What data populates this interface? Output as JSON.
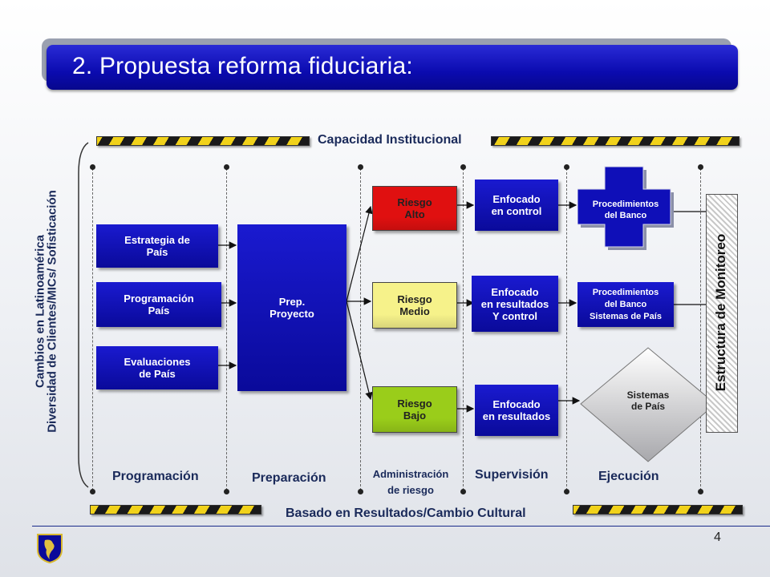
{
  "title": "2. Propuesta reforma fiduciaria:",
  "top_band_label": "Capacidad Institucional",
  "bottom_band_label": "Basado en Resultados/Cambio Cultural",
  "side_label_line1": "Cambios en Latinoamérica",
  "side_label_line2": "Diversidad  de Clientes/MICs/ Sofisticación",
  "programacion_boxes": [
    {
      "line1": "Estrategia de",
      "line2": "País"
    },
    {
      "line1": "Programación",
      "line2": "País"
    },
    {
      "line1": "Evaluaciones",
      "line2": "de País"
    }
  ],
  "prep_box": {
    "line1": "Prep.",
    "line2": "Proyecto"
  },
  "risks": [
    {
      "line1": "Riesgo",
      "line2": "Alto",
      "color": "#e01010"
    },
    {
      "line1": "Riesgo",
      "line2": "Medio",
      "color": "#f6f28a"
    },
    {
      "line1": "Riesgo",
      "line2": "Bajo",
      "color": "#9acd1a"
    }
  ],
  "supervision_boxes": [
    {
      "line1": "Enfocado",
      "line2": "en control",
      "line3": ""
    },
    {
      "line1": "Enfocado",
      "line2": "en resultados",
      "line3": "Y control"
    },
    {
      "line1": "Enfocado",
      "line2": "en resultados",
      "line3": ""
    }
  ],
  "execution": {
    "cross": {
      "line1": "Procedimientos",
      "line2": "del Banco"
    },
    "mid": {
      "line1": "Procedimientos",
      "line2": "del Banco",
      "line3": "Sistemas de País"
    },
    "diamond": {
      "line1": "Sistemas",
      "line2": "de País"
    }
  },
  "monitor_label": "Estructura de Monitoreo",
  "column_labels": {
    "programacion": "Programación",
    "preparacion": "Preparación",
    "admin_line1": "Administración",
    "admin_line2": "de riesgo",
    "supervision": "Supervisión",
    "ejecucion": "Ejecución"
  },
  "page_number": "4",
  "colors": {
    "title_blue": "#0b0bb0",
    "box_blue": "#0a0a9a",
    "label_navy": "#1a2a5a"
  }
}
